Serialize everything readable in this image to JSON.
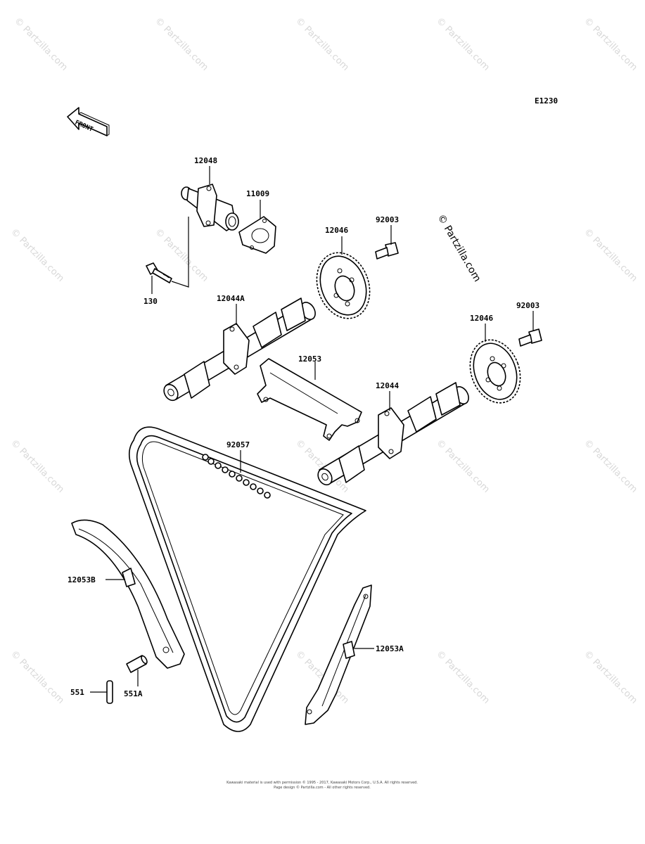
{
  "figure": {
    "code": "E1230",
    "front_arrow_label": "FRONT",
    "brand_mark": "© Partzilla.com",
    "watermark_text": "© Partzilla.com",
    "copyright_line1": "Kawasaki material is used with permission © 1995 - 2017, Kawasaki Motors Corp., U.S.A. All rights reserved.",
    "copyright_line2": "Page design © Partzilla.com - All other rights reserved."
  },
  "callouts": {
    "c12048": "12048",
    "c11009": "11009",
    "c130": "130",
    "c12046a": "12046",
    "c92003a": "92003",
    "c12044A": "12044A",
    "c12046b": "12046",
    "c92003b": "92003",
    "c12053": "12053",
    "c12044": "12044",
    "c92057": "92057",
    "c12053B": "12053B",
    "c12053A": "12053A",
    "c551": "551",
    "c551A": "551A"
  },
  "colors": {
    "line": "#000000",
    "watermark": "#d8d8d8",
    "background": "#ffffff"
  }
}
